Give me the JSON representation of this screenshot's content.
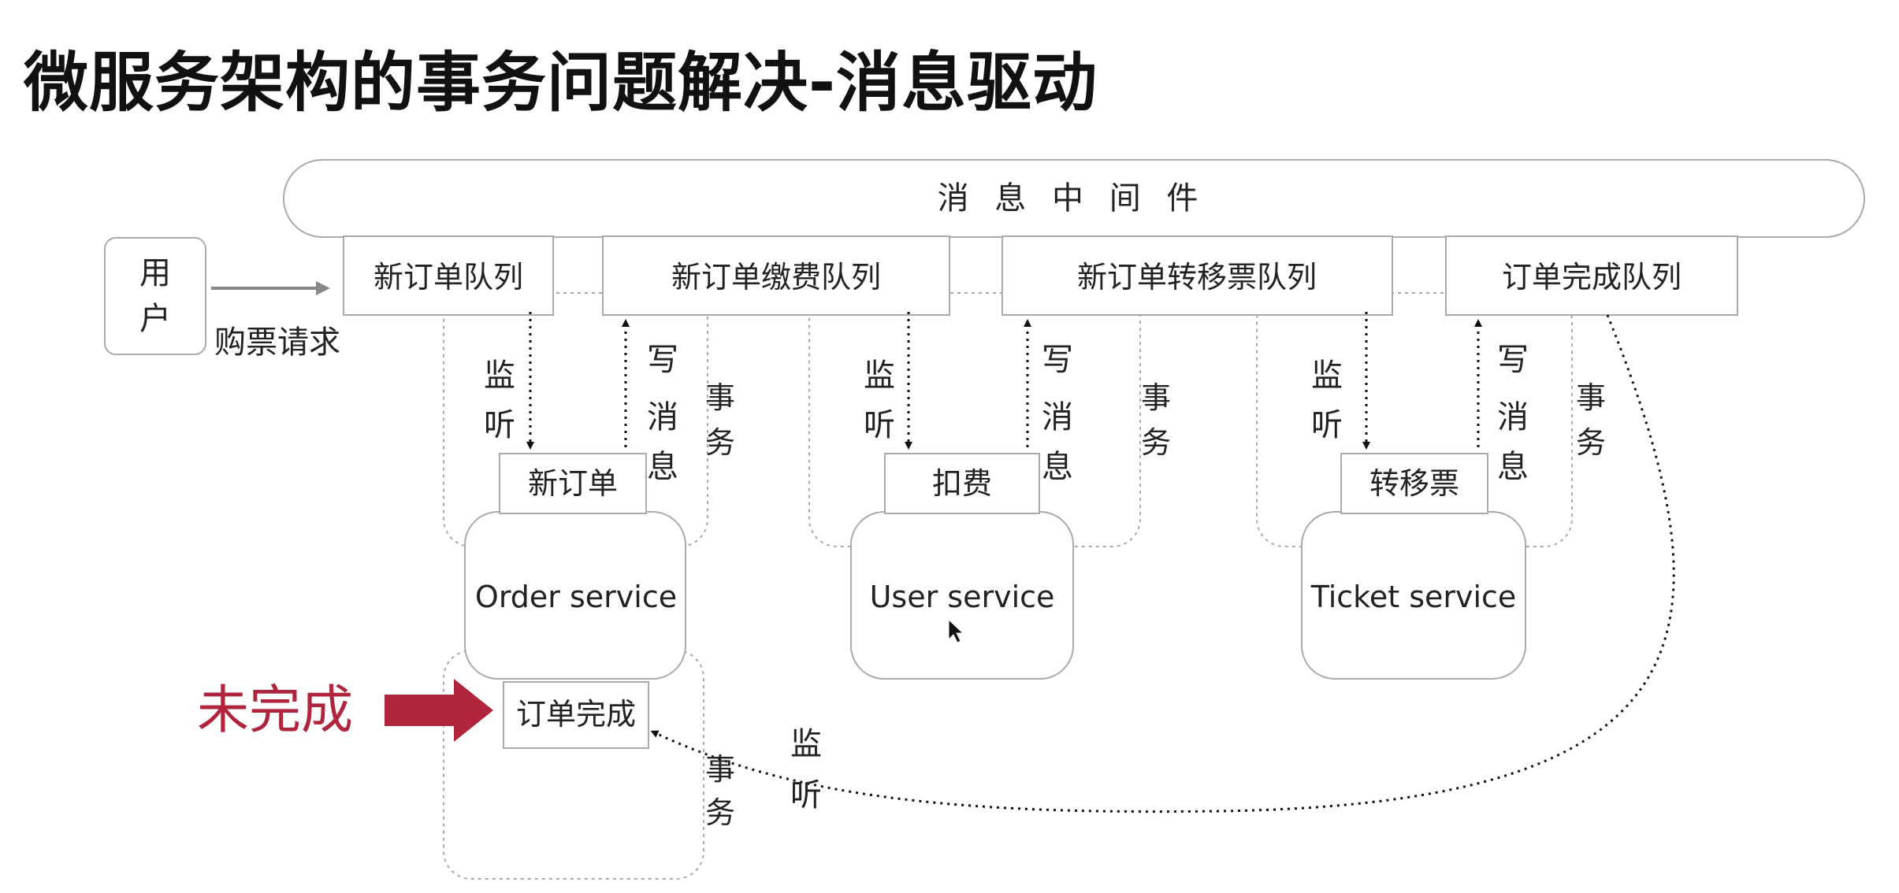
{
  "title": "微服务架构的事务问题解决-消息驱动",
  "middleware_label": "消 息 中 间 件",
  "user": {
    "line1": "用",
    "line2": "户"
  },
  "request_label": "购票请求",
  "queues": [
    "新订单队列",
    "新订单缴费队列",
    "新订单转移票队列",
    "订单完成队列"
  ],
  "listen": {
    "line1": "监",
    "line2": "听"
  },
  "write": {
    "line1": "写",
    "line2": "消",
    "line3": "息"
  },
  "transaction": {
    "line1": "事",
    "line2": "务"
  },
  "steps": [
    "新订单",
    "扣费",
    "转移票",
    "订单完成"
  ],
  "services": [
    "Order service",
    "User service",
    "Ticket service"
  ],
  "status_label": "未完成",
  "colors": {
    "accent": "#b0243c",
    "line": "#999999",
    "text": "#222222"
  }
}
